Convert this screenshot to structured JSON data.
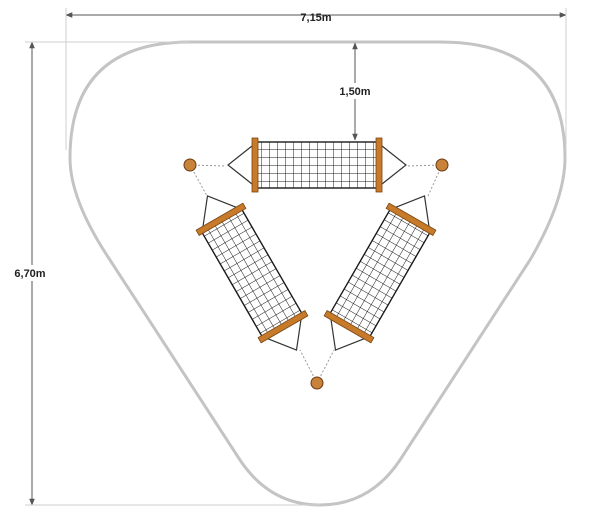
{
  "dimensions": {
    "width_label": "7,15m",
    "height_label": "6,70m",
    "clearance_label": "1,50m"
  },
  "colors": {
    "safety_zone": "#c4c4c4",
    "dimension_line": "#555555",
    "net": "#1a1a1a",
    "beam": "#c77a2a",
    "beam_edge": "#7a4510",
    "post": "#c8823a",
    "rope": "#999999"
  },
  "hammocks": {
    "count": 3
  },
  "posts": {
    "count": 3
  }
}
